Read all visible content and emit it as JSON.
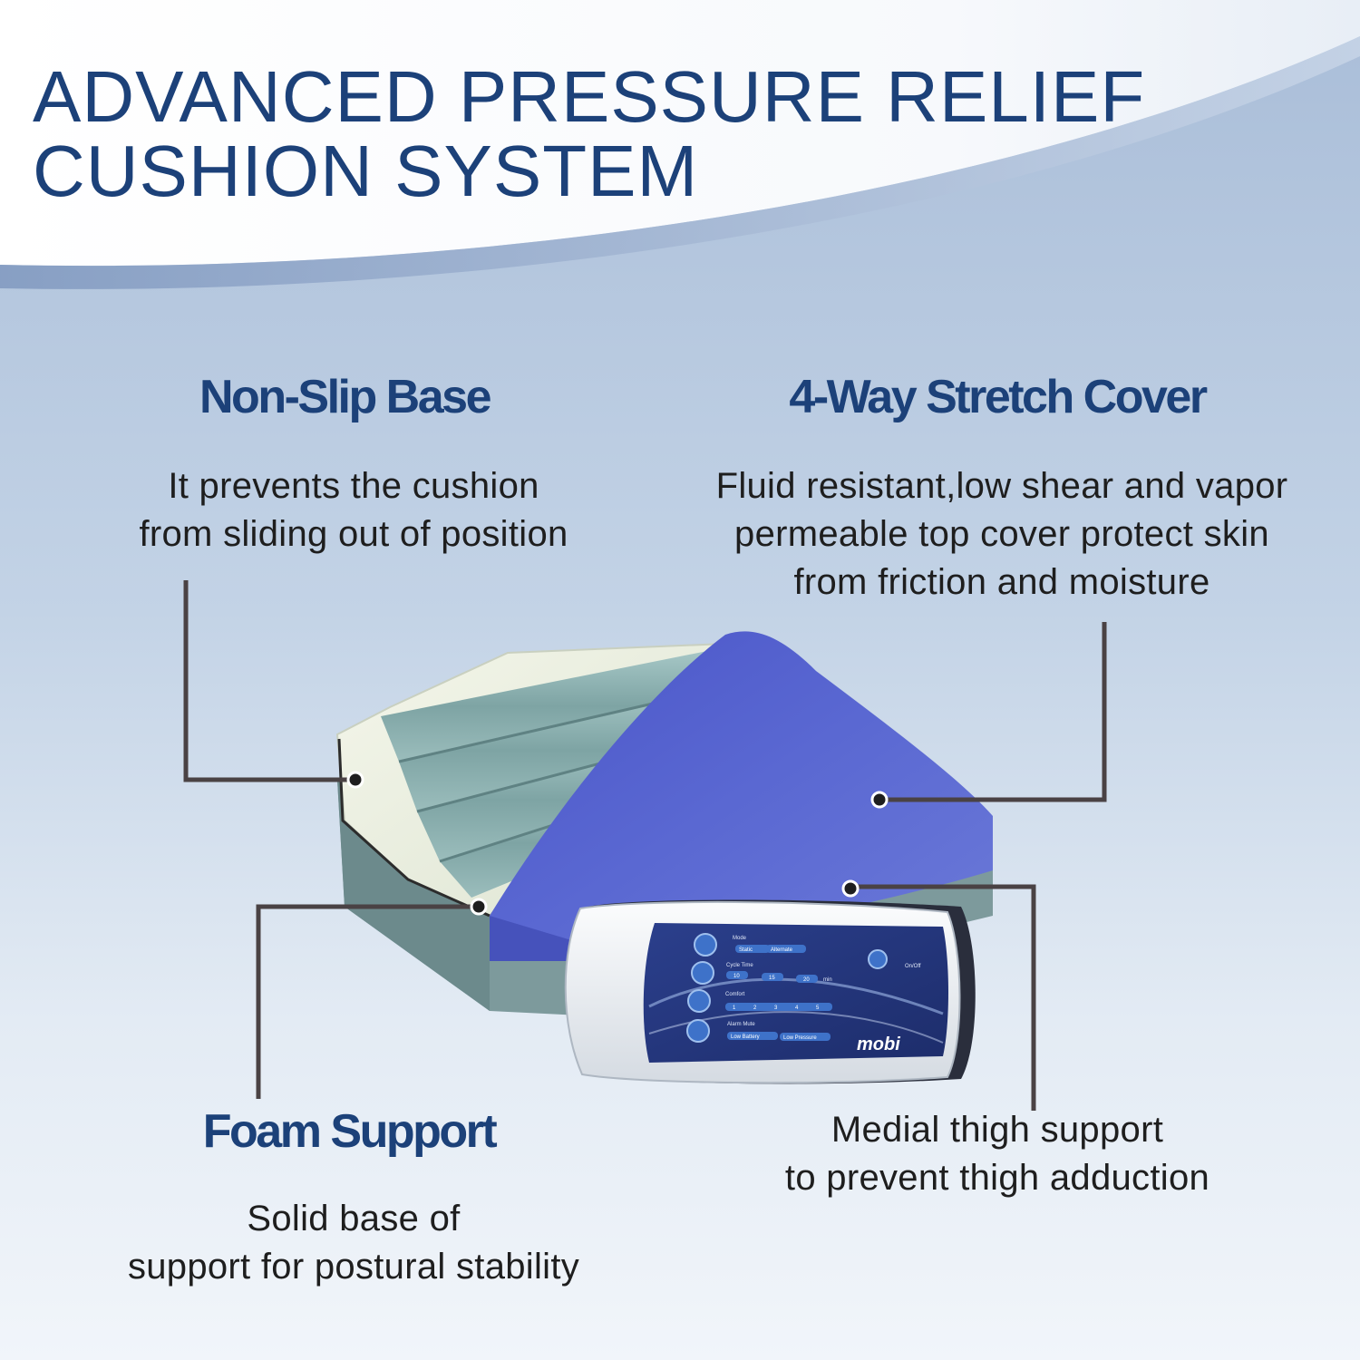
{
  "headline": {
    "line1": "ADVANCED PRESSURE RELIEF",
    "line2": "CUSHION SYSTEM"
  },
  "features": {
    "non_slip": {
      "title": "Non-Slip Base",
      "desc_line1": "It prevents the cushion",
      "desc_line2": "from sliding out of position"
    },
    "stretch_cover": {
      "title": "4-Way Stretch Cover",
      "desc_line1": "Fluid resistant,low shear and vapor",
      "desc_line2": "permeable top cover protect skin",
      "desc_line3": "from friction and moisture"
    },
    "foam_support": {
      "title": "Foam Support",
      "desc_line1": "Solid base of",
      "desc_line2": "support for postural stability"
    },
    "medial_thigh": {
      "desc_line1": "Medial thigh support",
      "desc_line2": "to prevent thigh adduction"
    }
  },
  "controller": {
    "brand": "mobi",
    "mode_label": "Mode",
    "mode_static": "Static",
    "mode_alternate": "Alternate",
    "cycle_label": "Cycle Time",
    "cycle_10": "10",
    "cycle_15": "15",
    "cycle_20": "20",
    "cycle_unit": "min",
    "comfort_label": "Comfort",
    "comfort_1": "1",
    "comfort_2": "2",
    "comfort_3": "3",
    "comfort_4": "4",
    "comfort_5": "5",
    "alarm_label": "Alarm Mute",
    "alarm_battery": "Low Battery",
    "alarm_pressure": "Low Pressure",
    "power_label": "On/Off"
  },
  "colors": {
    "title_blue": "#1c4179",
    "cover_blue": "#5a6ad0",
    "air_cell_teal": "#8fb4b3",
    "callout_line": "#4a4244"
  }
}
